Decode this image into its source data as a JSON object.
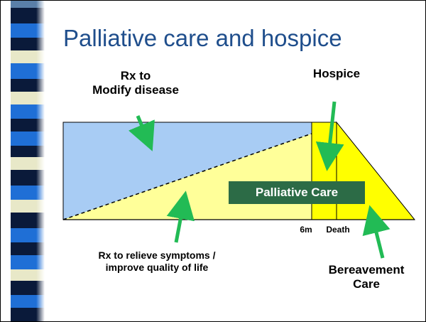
{
  "slide": {
    "title": "Palliative care and hospice"
  },
  "labels": {
    "rx_modify_line1": "Rx to",
    "rx_modify_line2": "Modify disease",
    "hospice": "Hospice",
    "palliative_care": "Palliative Care",
    "six_months": "6m",
    "death": "Death",
    "rx_relieve_line1": "Rx to relieve symptoms /",
    "rx_relieve_line2": "improve quality of life",
    "bereavement_line1": "Bereavement",
    "bereavement_line2": "Care"
  },
  "colors": {
    "title": "#1f4e8c",
    "disease_region": "#a8ccf4",
    "palliative_region": "#ffff99",
    "hospice_region": "#ffff00",
    "arrows": "#22bb55",
    "palliative_box": "#2c6b46",
    "stripe_dark": "#0a1a3a",
    "stripe_blue": "#1f6fd6",
    "stripe_light": "#e8e8c8"
  }
}
